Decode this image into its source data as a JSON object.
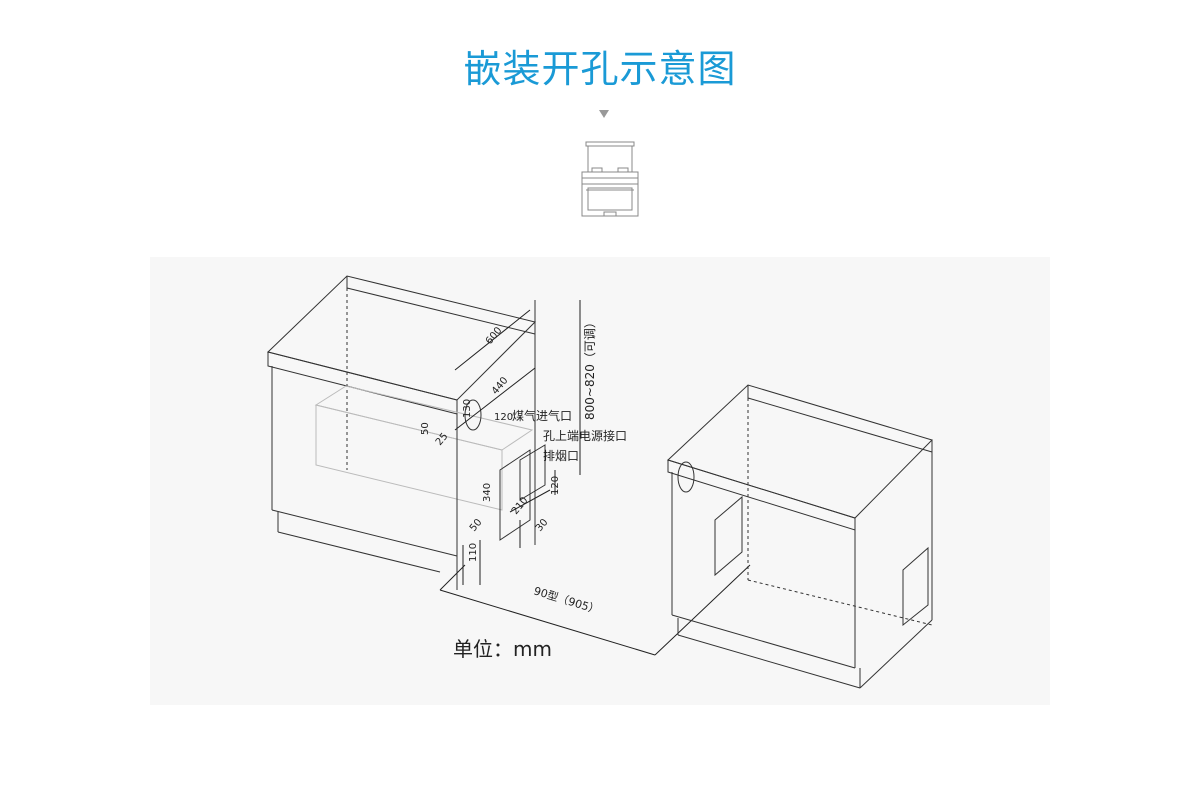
{
  "title": "嵌装开孔示意图",
  "diagram": {
    "dimensions": {
      "depth": "600",
      "width_440": "440",
      "hole_130": "130",
      "gas_120": "120",
      "d50": "50",
      "d25": "25",
      "h340": "340",
      "w210": "210",
      "h120": "120",
      "d30": "30",
      "d50b": "50",
      "d110": "110",
      "height": "800~820（可调）",
      "width": "90型（905）"
    },
    "labels": {
      "gas_inlet": "煤气进气口",
      "power": "孔上端电源接口",
      "exhaust": "排烟口"
    },
    "unit": "单位：mm"
  }
}
